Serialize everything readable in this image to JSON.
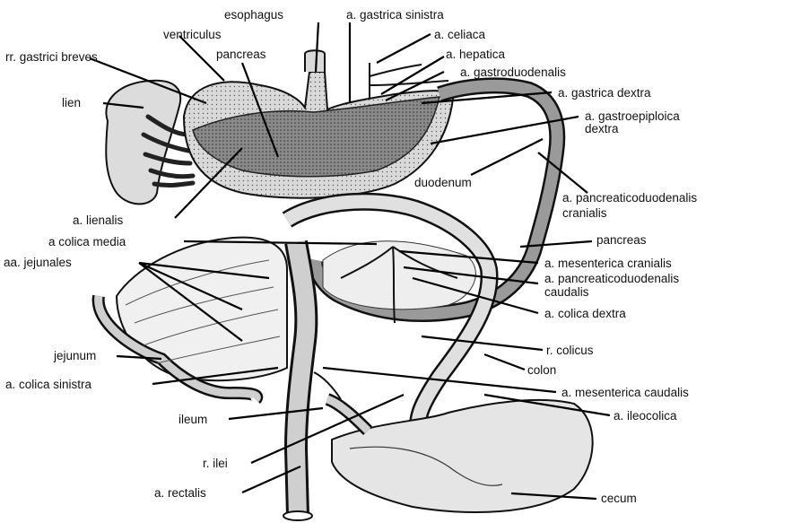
{
  "labels": {
    "esophagus": "esophagus",
    "gastrica_sinistra": "a. gastrica sinistra",
    "ventriculus": "ventriculus",
    "celiaca": "a. celiaca",
    "gastrici_breves": "rr. gastrici breves",
    "pancreas_top": "pancreas",
    "hepatica": "a. hepatica",
    "gastroduodenalis": "a. gastroduodenalis",
    "lien": "lien",
    "gastrica_dextra": "a. gastrica dextra",
    "gastroepiploica_1": "a. gastroepiploica",
    "gastroepiploica_2": "dextra",
    "duodenum": "duodenum",
    "pancreaticoduodenalis_cr_1": "a. pancreaticoduodenalis",
    "pancreaticoduodenalis_cr_2": "cranialis",
    "lienalis": "a. lienalis",
    "colica_media": "a colica media",
    "pancreas_right": "pancreas",
    "jejunales": "aa. jejunales",
    "mesenterica_cranialis": "a. mesenterica cranialis",
    "pancreaticoduodenalis_ca_1": "a. pancreaticoduodenalis",
    "pancreaticoduodenalis_ca_2": "caudalis",
    "colica_dextra": "a. colica dextra",
    "jejunum": "jejunum",
    "colicus": "r. colicus",
    "colon": "colon",
    "colica_sinistra": "a. colica sinistra",
    "mesenterica_caudalis": "a. mesenterica caudalis",
    "ileum": "ileum",
    "ileocolica": "a. ileocolica",
    "ilei": "r. ilei",
    "rectalis": "a. rectalis",
    "cecum": "cecum"
  }
}
